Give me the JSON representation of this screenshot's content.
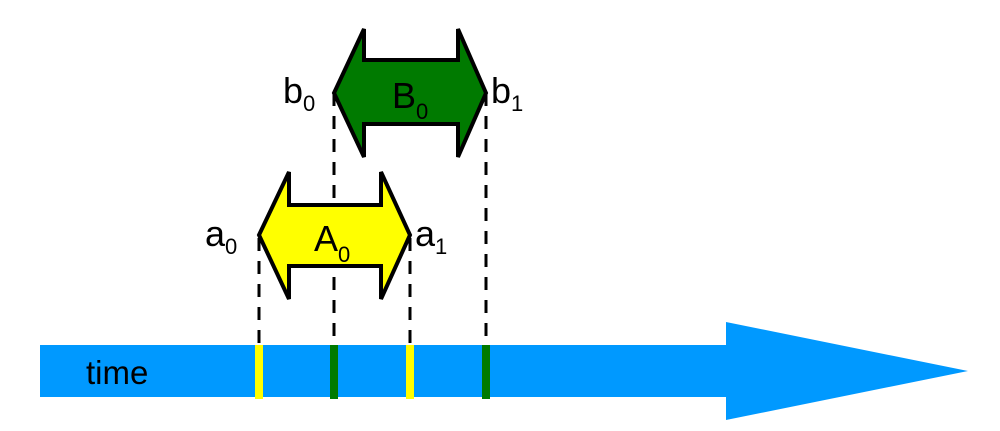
{
  "axis": {
    "label": "time",
    "color": "#0099ff",
    "label_color": "#ffffff"
  },
  "intervals": [
    {
      "id": "A",
      "name": "A",
      "subscript": "0",
      "fill": "#ffff00",
      "start": {
        "letter": "a",
        "sub": "0"
      },
      "end": {
        "letter": "a",
        "sub": "1"
      }
    },
    {
      "id": "B",
      "name": "B",
      "subscript": "0",
      "fill": "#008000",
      "label_color": "#ffffff",
      "start": {
        "letter": "b",
        "sub": "0"
      },
      "end": {
        "letter": "b",
        "sub": "1"
      }
    }
  ]
}
